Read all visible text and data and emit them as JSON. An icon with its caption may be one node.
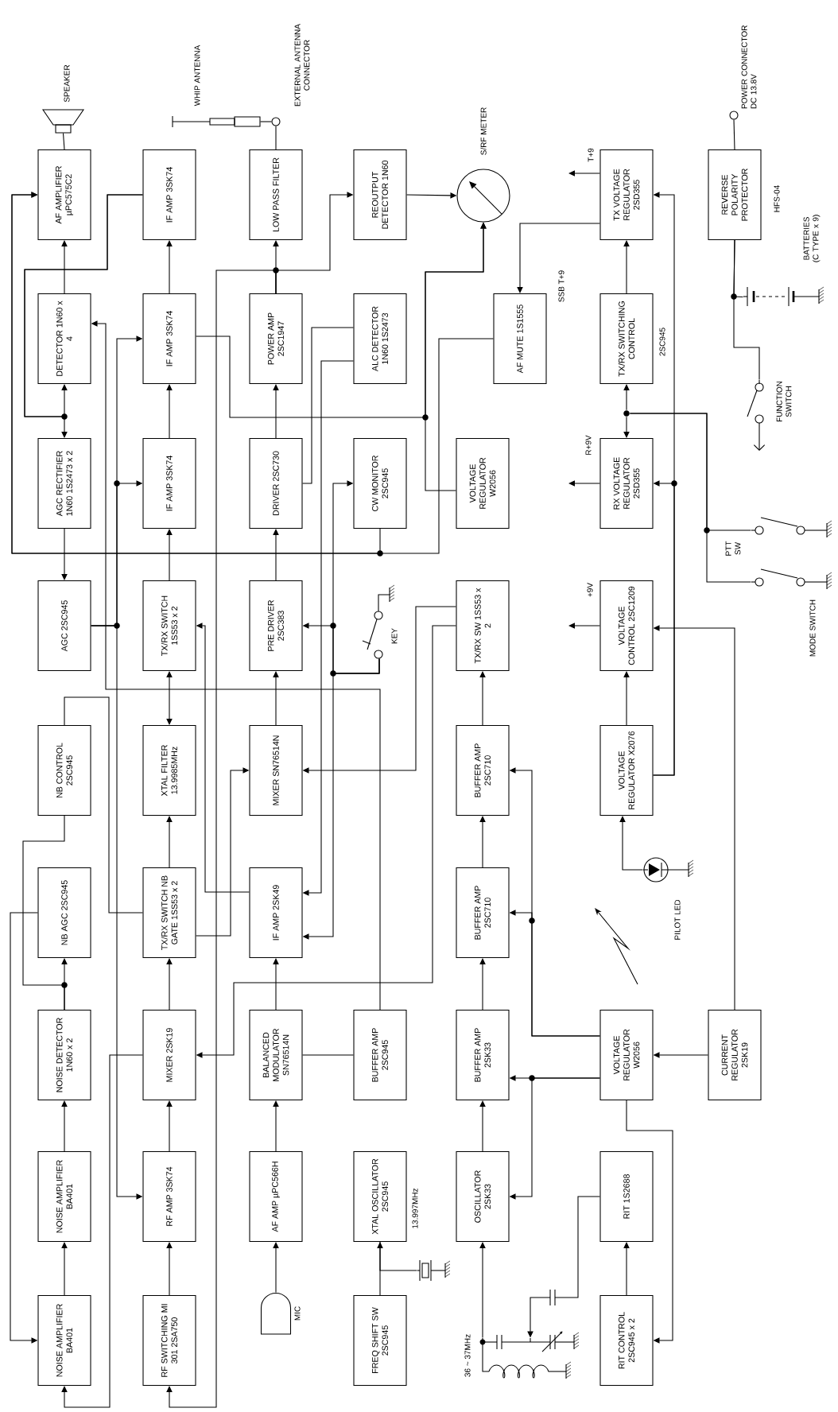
{
  "diagram": {
    "nodes": [
      {
        "text": [
          "NOISE AMPLIFIER BA401"
        ]
      },
      {
        "text": [
          "NOISE AMPLIFIER BA401"
        ]
      },
      {
        "text": [
          "NOISE DETECTOR 1N60 x 2"
        ]
      },
      {
        "text": [
          "NB AGC 2SC945"
        ]
      },
      {
        "text": [
          "NB CONTROL 2SC945"
        ]
      },
      {
        "text": [
          "AGC 2SC945"
        ]
      },
      {
        "text": [
          "AGC RECTIFIER 1N60 1S2473 x 2"
        ]
      },
      {
        "text": [
          "DETECTOR 1N60 x 4"
        ]
      },
      {
        "text": [
          "AF AMPLIFIER µPC575C2"
        ]
      },
      {
        "text": [],
        "shape": "speaker",
        "beside": [
          "SPEAKER"
        ]
      },
      {
        "text": [
          "RF SWITCHING MI 301 2SA750"
        ]
      },
      {
        "text": [
          "RF AMP 3SK74"
        ]
      },
      {
        "text": [
          "MIXER 2SK19"
        ]
      },
      {
        "text": [
          "TX/RX SWITCH NB GATE 1SS53 x 2"
        ]
      },
      {
        "text": [
          "XTAL FILTER 13.9985MHz"
        ]
      },
      {
        "text": [
          "TX/RX SWITCH 1SS53 x 2"
        ]
      },
      {
        "text": [
          "IF AMP 3SK74"
        ]
      },
      {
        "text": [
          "IF AMP 3SK74"
        ]
      },
      {
        "text": [
          "IF AMP 3SK74"
        ]
      },
      {
        "text": [],
        "shape": "microphone",
        "beside": [
          "MIC"
        ]
      },
      {
        "text": [
          "AF AMP µPC566H"
        ]
      },
      {
        "text": [
          "BALANCED MODULATOR SN76514N"
        ]
      },
      {
        "text": [
          "IF AMP 2SK49"
        ]
      },
      {
        "text": [
          "MIXER SN76514N"
        ]
      },
      {
        "text": [
          "PRE DRIVER 2SC383"
        ]
      },
      {
        "text": [
          "DRIVER 2SC730"
        ]
      },
      {
        "text": [
          "POWER AMP 2SC1947"
        ]
      },
      {
        "text": [
          "LOW PASS FILTER"
        ]
      },
      {
        "text": [],
        "shape": "circle",
        "beside": [
          "EXTERNAL ANTENNA CONNECTOR"
        ]
      },
      {
        "text": [],
        "shape": "antenna",
        "beside": [
          "WHIP ANTENNA"
        ]
      },
      {
        "text": [
          "FREQ SHIFT SW 2SC945"
        ]
      },
      {
        "text": [
          "XTAL OSCILLATOR 2SC945"
        ]
      },
      {
        "text": [],
        "shape": "crystal"
      },
      {
        "text": [
          "BUFFER AMP 2SC945"
        ]
      },
      {
        "text": [
          "CW MONITOR 2SC945"
        ]
      },
      {
        "text": [
          "ALC DETECTOR 1N60 1S2473"
        ]
      },
      {
        "text": [
          "REOUTPUT DETECTOR 1N60"
        ]
      },
      {
        "text": [],
        "shape": "switch",
        "beside": [
          "KEY"
        ]
      },
      {
        "text": [],
        "shape": "coil",
        "beside": [
          "36 ~ 37MHz"
        ]
      },
      {
        "text": [
          "OSCILLATOR 2SK33"
        ]
      },
      {
        "text": [
          "BUFFER AMP 2SK33"
        ]
      },
      {
        "text": [
          "BUFFER AMP 2SC710"
        ]
      },
      {
        "text": [
          "BUFFER AMP 2SC710"
        ]
      },
      {
        "text": [
          "TX/RX SW 1SS53 x 2"
        ]
      },
      {
        "text": [
          "VOLTAGE REGULATOR W2056"
        ]
      },
      {
        "text": [
          "AF MUTE 1S1555"
        ],
        "beside": [
          "SSB T+9"
        ]
      },
      {
        "text": [],
        "shape": "meter",
        "beside": [
          "S/RF METER"
        ]
      },
      {
        "text": [
          "RIT CONTROL 2SC945 x 2"
        ]
      },
      {
        "text": [
          "RIT 1S2688"
        ]
      },
      {
        "text": [
          "VOLTAGE REGULATOR W2056"
        ]
      },
      {
        "text": [],
        "shape": "led",
        "beside": [
          "PILOT LED"
        ]
      },
      {
        "text": [
          "VOLTAGE REGULATOR X2076"
        ]
      },
      {
        "text": [
          "VOLTAGE CONTROL 2SC1209"
        ],
        "beside": [
          "+9V"
        ]
      },
      {
        "text": [
          "RX VOLTAGE REGULATOR 2SD355"
        ],
        "beside": [
          "R+9V"
        ]
      },
      {
        "text": [
          "TX/RX SWITCHING CONTROL"
        ],
        "beside": [
          "2SC945"
        ]
      },
      {
        "text": [
          "TX VOLTAGE REGULATOR 2SD355"
        ],
        "beside": [
          "T+9"
        ]
      },
      {
        "text": [
          "CURRENT REGULATOR 2SK19"
        ]
      },
      {
        "text": [],
        "shape": "switch",
        "beside": [
          "MODE SWITCH"
        ]
      },
      {
        "text": [],
        "shape": "switch",
        "beside": [
          "PTT SW"
        ]
      },
      {
        "text": [],
        "shape": "switch",
        "beside": [
          "FUNCTION SWITCH"
        ]
      },
      {
        "text": [],
        "shape": "battery",
        "beside": [
          "BATTERIES (C TYPE x 9)"
        ]
      },
      {
        "text": [
          "REVERSE POLARITY PROTECTOR"
        ],
        "beside": [
          "HFS-04"
        ]
      },
      {
        "text": [],
        "shape": "circle",
        "beside": [
          "POWER CONNECTOR DC 13.8V"
        ]
      },
      {
        "text": [],
        "shape": "dot"
      }
    ],
    "edges": [
      {
        "from": 0,
        "to": 1,
        "arrow": "to"
      },
      {
        "from": 1,
        "to": 2,
        "arrow": "to"
      },
      {
        "from": 2,
        "to": 3,
        "arrow": "to"
      },
      {
        "from": 2,
        "to": 4,
        "arrow": "none"
      },
      {
        "from": 3,
        "to": 0,
        "arrow": "to"
      },
      {
        "from": 4,
        "to": 13,
        "arrow": "none"
      },
      {
        "from": 5,
        "to": 16,
        "arrow": "to"
      },
      {
        "from": 5,
        "to": 17,
        "arrow": "to"
      },
      {
        "from": 5,
        "to": 11,
        "arrow": "to"
      },
      {
        "from": 6,
        "to": 5,
        "arrow": "to"
      },
      {
        "from": 18,
        "to": 7,
        "arrow": "to"
      },
      {
        "from": 18,
        "to": 6,
        "arrow": "to"
      },
      {
        "from": 7,
        "to": 8,
        "arrow": "to"
      },
      {
        "from": 8,
        "to": 9,
        "arrow": "none"
      },
      {
        "from": 45,
        "to": 8,
        "arrow": "to"
      },
      {
        "from": 34,
        "to": 8,
        "arrow": "to"
      },
      {
        "from": 33,
        "to": 7,
        "arrow": "to"
      },
      {
        "from": 33,
        "to": 21,
        "arrow": "none"
      },
      {
        "from": 22,
        "to": 15,
        "arrow": "to"
      },
      {
        "from": 12,
        "to": 0,
        "arrow": "to"
      },
      {
        "from": 26,
        "to": 27,
        "arrow": "to"
      },
      {
        "from": 26,
        "to": 10,
        "arrow": "to"
      },
      {
        "from": 26,
        "to": 36,
        "arrow": "to"
      },
      {
        "from": 43,
        "to": 12,
        "arrow": "to"
      },
      {
        "from": 43,
        "to": 23,
        "arrow": "to"
      },
      {
        "from": 13,
        "to": 23,
        "arrow": "to"
      },
      {
        "from": 13,
        "to": 14,
        "arrow": "to"
      },
      {
        "from": 14,
        "to": 15,
        "arrow": "both"
      },
      {
        "from": 15,
        "to": 16,
        "arrow": "to"
      },
      {
        "from": 16,
        "to": 17,
        "arrow": "to"
      },
      {
        "from": 17,
        "to": 18,
        "arrow": "to"
      },
      {
        "from": 10,
        "to": 11,
        "arrow": "to"
      },
      {
        "from": 11,
        "to": 12,
        "arrow": "to"
      },
      {
        "from": 12,
        "to": 13,
        "arrow": "to"
      },
      {
        "from": 19,
        "to": 20,
        "arrow": "to"
      },
      {
        "from": 20,
        "to": 21,
        "arrow": "to"
      },
      {
        "from": 21,
        "to": 22,
        "arrow": "to"
      },
      {
        "from": 35,
        "to": 25,
        "arrow": "none"
      },
      {
        "from": 35,
        "to": 22,
        "arrow": "to"
      },
      {
        "from": 37,
        "to": 24,
        "arrow": "to"
      },
      {
        "from": 37,
        "to": 34,
        "arrow": "to"
      },
      {
        "from": 37,
        "to": 22,
        "arrow": "to"
      },
      {
        "from": 23,
        "to": 24,
        "arrow": "to"
      },
      {
        "from": 24,
        "to": 25,
        "arrow": "to"
      },
      {
        "from": 25,
        "to": 26,
        "arrow": "to"
      },
      {
        "from": 27,
        "to": 28,
        "arrow": "none"
      },
      {
        "from": 28,
        "to": 29,
        "arrow": "none"
      },
      {
        "from": 30,
        "to": 31,
        "arrow": "to"
      },
      {
        "from": 32,
        "to": 31,
        "arrow": "none"
      },
      {
        "from": 55,
        "to": 45,
        "arrow": "to"
      },
      {
        "from": 36,
        "to": 46,
        "arrow": "to"
      },
      {
        "from": 17,
        "to": 46,
        "arrow": "to"
      },
      {
        "from": 44,
        "to": 46,
        "arrow": "to"
      },
      {
        "from": 38,
        "to": 39,
        "arrow": "to"
      },
      {
        "from": 39,
        "to": 40,
        "arrow": "to"
      },
      {
        "from": 40,
        "to": 41,
        "arrow": "to"
      },
      {
        "from": 41,
        "to": 42,
        "arrow": "to"
      },
      {
        "from": 42,
        "to": 43,
        "arrow": "to"
      },
      {
        "from": 49,
        "to": 40,
        "arrow": "to"
      },
      {
        "from": 49,
        "to": 39,
        "arrow": "to"
      },
      {
        "from": 49,
        "to": 41,
        "arrow": "to"
      },
      {
        "from": 49,
        "to": 42,
        "arrow": "to"
      },
      {
        "from": 49,
        "to": 47,
        "arrow": "to"
      },
      {
        "from": 47,
        "to": 48,
        "arrow": "to"
      },
      {
        "from": 48,
        "to": 38,
        "arrow": "to"
      },
      {
        "from": 56,
        "to": 49,
        "arrow": "to"
      },
      {
        "from": 56,
        "to": 52,
        "arrow": "to"
      },
      {
        "from": 50,
        "to": 51,
        "arrow": "to"
      },
      {
        "from": 51,
        "to": 52,
        "arrow": "to"
      },
      {
        "from": 51,
        "to": 53,
        "arrow": "to"
      },
      {
        "from": 51,
        "to": 55,
        "arrow": "to"
      },
      {
        "from": 53,
        "to": null,
        "arrow": "to"
      },
      {
        "from": 52,
        "to": null,
        "arrow": "to"
      },
      {
        "from": 55,
        "to": null,
        "arrow": "to"
      },
      {
        "from": 54,
        "to": 55,
        "arrow": "to"
      },
      {
        "from": 58,
        "to": 63,
        "arrow": "none"
      },
      {
        "from": 57,
        "to": 63,
        "arrow": "none"
      },
      {
        "from": 63,
        "to": 54,
        "arrow": "to"
      },
      {
        "from": 63,
        "to": 53,
        "arrow": "to"
      },
      {
        "from": 62,
        "to": 61,
        "arrow": "none"
      },
      {
        "from": 61,
        "to": 60,
        "arrow": "none"
      },
      {
        "from": 61,
        "to": 59,
        "arrow": "none"
      }
    ],
    "labels": [
      "13.997MHz"
    ]
  }
}
